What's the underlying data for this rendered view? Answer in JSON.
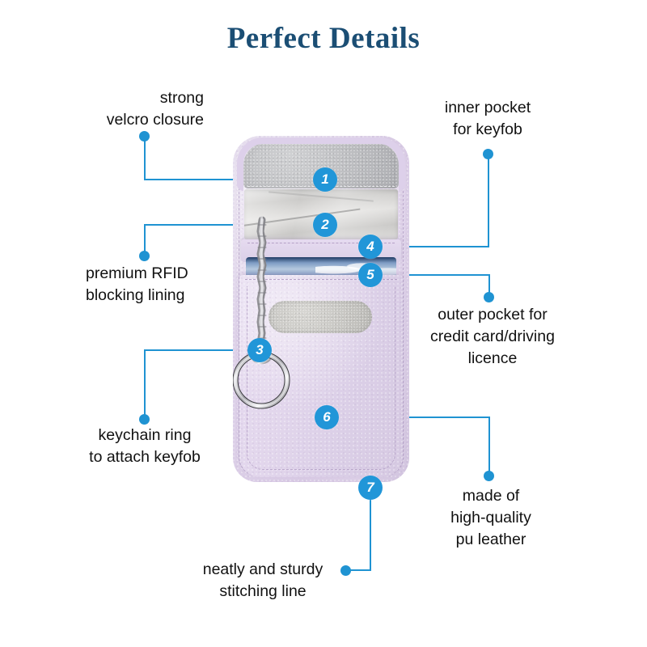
{
  "page": {
    "title": "Perfect Details",
    "title_color": "#1b4e74",
    "background_color": "#ffffff",
    "accent_color": "#1f93d2",
    "product_color": "#e0d4ec"
  },
  "callouts": [
    {
      "number": "1",
      "label": "strong\nvelcro closure",
      "align": "right"
    },
    {
      "number": "2",
      "label": "premium RFID\nblocking lining",
      "align": "left"
    },
    {
      "number": "3",
      "label": "keychain ring\nto attach keyfob",
      "align": "center"
    },
    {
      "number": "4",
      "label": "inner pocket\nfor keyfob",
      "align": "center"
    },
    {
      "number": "5",
      "label": "outer pocket for\ncredit card/driving\nlicence",
      "align": "center"
    },
    {
      "number": "6",
      "label": "made of\nhigh-quality\npu leather",
      "align": "center"
    },
    {
      "number": "7",
      "label": "neatly and sturdy\nstitching line",
      "align": "center"
    }
  ],
  "product": {
    "name": "rfid-key-fob-signal-blocking-pouch",
    "parts": {
      "flap": "velcro-closure-flap",
      "lining": "rfid-blocking-lining",
      "inner_pocket": "inner-keyfob-pocket",
      "outer_pocket": "outer-card-pocket",
      "card": "credit-card",
      "velcro": "velcro-patch",
      "keyring": "keychain-split-ring",
      "chain": "metal-chain"
    }
  }
}
